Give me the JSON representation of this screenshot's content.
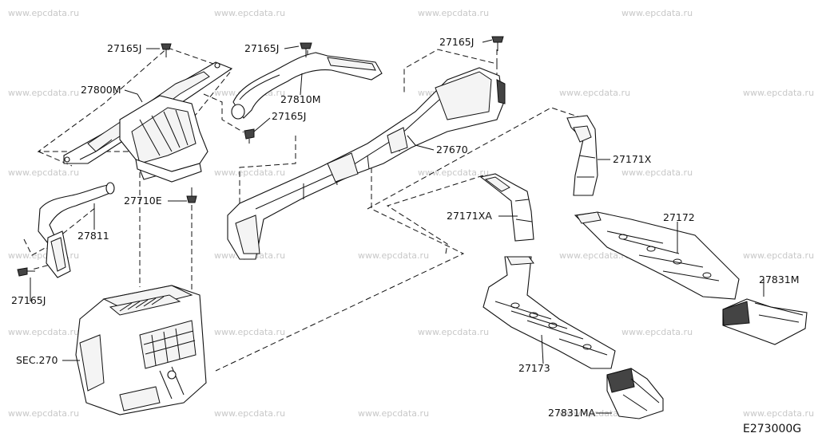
{
  "watermark": "www.epcdata.ru",
  "diagram_code": "E273000G",
  "labels": {
    "p27165j_a": "27165J",
    "p27165j_b": "27165J",
    "p27165j_c": "27165J",
    "p27165j_d": "27165J",
    "p27165j_e": "27165J",
    "p27800m": "27800M",
    "p27810m": "27810M",
    "p27670": "27670",
    "p27710e": "27710E",
    "p27811": "27811",
    "p27171x": "27171X",
    "p27171xa": "27171XA",
    "p27172": "27172",
    "p27831m": "27831M",
    "p27173": "27173",
    "p27831ma": "27831MA",
    "sec270": "SEC.270"
  }
}
